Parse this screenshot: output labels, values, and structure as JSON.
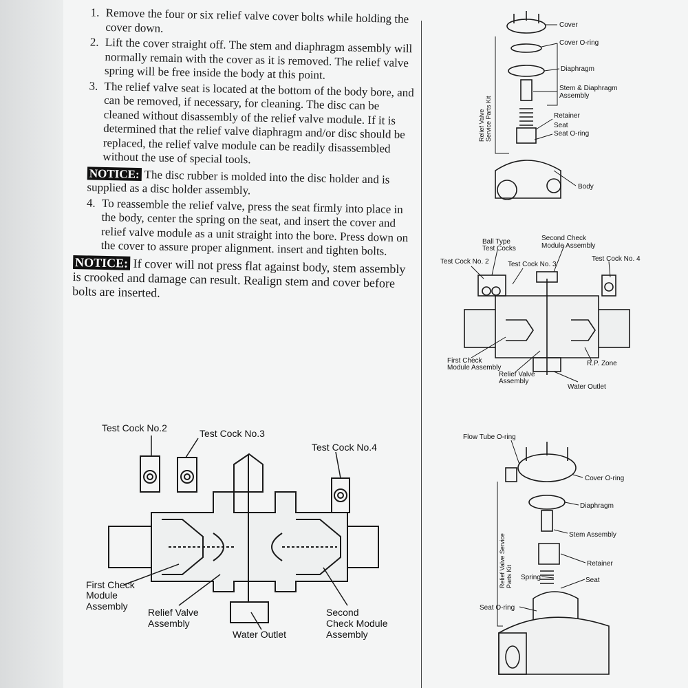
{
  "instructions": {
    "step1_num": "1.",
    "step1": "Remove the four or six relief valve cover bolts while holding the cover down.",
    "step2_num": "2.",
    "step2": "Lift the cover straight off. The stem and diaphragm assembly will normally remain with the cover as it is removed. The relief valve spring will be free inside the body at this point.",
    "step3_num": "3.",
    "step3": "The relief valve seat is located at the bottom of the body bore, and can be removed, if necessary, for cleaning. The disc can be cleaned without disassembly of the relief valve module. If it is determined that the relief valve diaphragm and/or disc should be replaced, the relief valve module can be readily disassembled without the use of special tools.",
    "notice1_label": "NOTICE:",
    "notice1": "The disc rubber is molded into the disc holder and is supplied as a disc holder assembly.",
    "step4_num": "4.",
    "step4": "To reassemble the relief valve, press the seat firmly into place in the body, center the spring on the seat, and insert the cover and relief valve module as a unit straight into the bore. Press down on the cover to assure proper alignment. insert and tighten bolts.",
    "notice2_label": "NOTICE:",
    "notice2": "If cover will not press flat against body, stem assembly is crooked and damage can result. Realign stem and cover before bolts are inserted."
  },
  "diagram_bottom_left": {
    "test_cock_2": "Test Cock No.2",
    "test_cock_3": "Test Cock No.3",
    "test_cock_4": "Test Cock No.4",
    "first_check_1": "First Check",
    "first_check_2": "Module",
    "first_check_3": "Assembly",
    "relief_valve_1": "Relief Valve",
    "relief_valve_2": "Assembly",
    "water_outlet": "Water Outlet",
    "second_check_1": "Second",
    "second_check_2": "Check Module",
    "second_check_3": "Assembly"
  },
  "diagram_top_right": {
    "cover": "Cover",
    "cover_oring": "Cover O-ring",
    "diaphragm": "Diaphragm",
    "stem_1": "Stem & Diaphragm",
    "stem_2": "Assembly",
    "retainer": "Retainer",
    "seat": "Seat",
    "seat_oring": "Seat O-ring",
    "body": "Body",
    "kit_1": "Relief Valve",
    "kit_2": "Service Parts Kit"
  },
  "diagram_mid_right": {
    "ball_type_1": "Ball Type",
    "ball_type_2": "Test Cocks",
    "second_check_1": "Second Check",
    "second_check_2": "Module Assembly",
    "tc2": "Test Cock No. 2",
    "tc3": "Test Cock No. 3",
    "tc4": "Test Cock No. 4",
    "first_check_1": "First Check",
    "first_check_2": "Module Assembly",
    "relief_1": "Relief Valve",
    "relief_2": "Assembly",
    "rp_zone": "R.P. Zone",
    "water_outlet": "Water Outlet"
  },
  "diagram_bottom_right": {
    "flow_tube": "Flow Tube O-ring",
    "cover_oring": "Cover O-ring",
    "diaphragm": "Diaphragm",
    "stem": "Stem Assembly",
    "retainer": "Retainer",
    "spring": "Spring",
    "seat": "Seat",
    "seat_oring": "Seat O-ring",
    "kit_1": "Relief Valve Service",
    "kit_2": "Parts Kit"
  }
}
